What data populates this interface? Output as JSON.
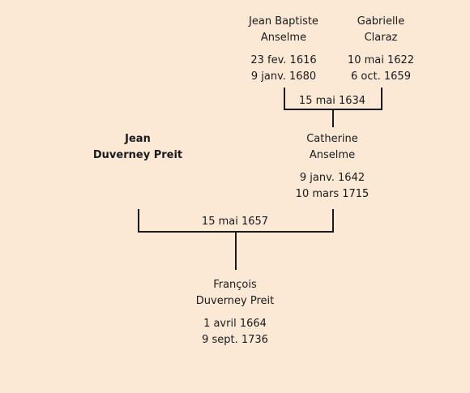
{
  "people": {
    "jean_baptiste": {
      "name_line1": "Jean Baptiste",
      "name_line2": "Anselme",
      "birth": "23 fev. 1616",
      "death": "9 janv. 1680"
    },
    "gabrielle": {
      "name_line1": "Gabrielle",
      "name_line2": "Claraz",
      "birth": "10 mai 1622",
      "death": "6 oct. 1659"
    },
    "catherine": {
      "name_line1": "Catherine",
      "name_line2": "Anselme",
      "birth": "9 janv. 1642",
      "death": "10 mars 1715"
    },
    "jean": {
      "name_line1": "Jean",
      "name_line2": "Duverney Preit"
    },
    "francois": {
      "name_line1": "François",
      "name_line2": "Duverney Preit",
      "birth": "1 avril 1664",
      "death": "9 sept. 1736"
    }
  },
  "marriages": {
    "anselme_claraz": "15 mai 1634",
    "duverney_anselme": "15 mai 1657"
  }
}
